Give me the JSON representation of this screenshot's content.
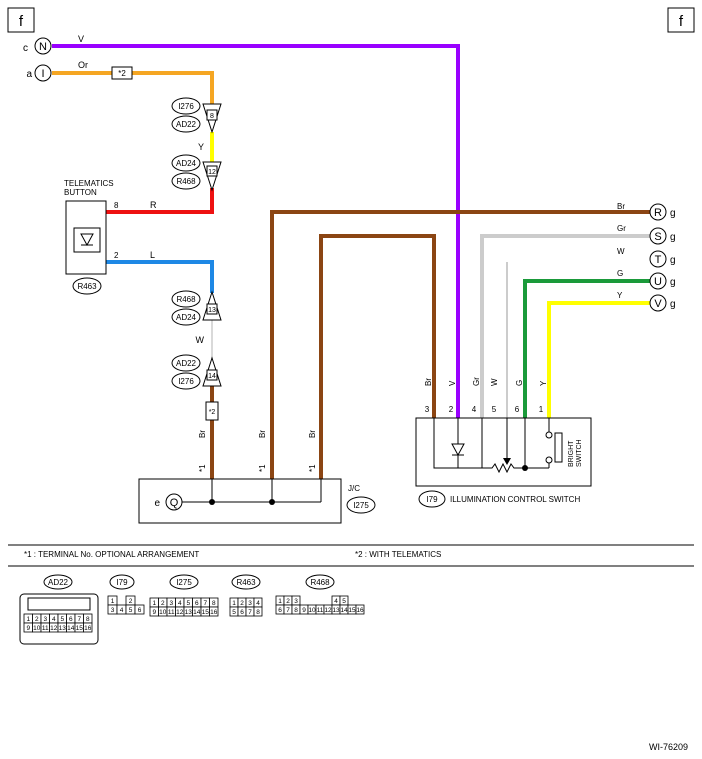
{
  "page": {
    "corner_left": "f",
    "corner_right": "f",
    "figure_id": "WI-76209"
  },
  "colors": {
    "violet": "#9900ff",
    "orange": "#f5a623",
    "yellow": "#ffff00",
    "red": "#ee1111",
    "blue": "#1e88e5",
    "brown": "#8b4513",
    "gray": "#cccccc",
    "green": "#1a9a3a"
  },
  "connectors_in": {
    "c": {
      "letter": "c",
      "symbol": "N",
      "wire": "V"
    },
    "a": {
      "letter": "a",
      "symbol": "I",
      "wire": "Or",
      "note": "*2"
    },
    "e": {
      "letter": "e",
      "symbol": "Q"
    }
  },
  "outputs": [
    {
      "symbol": "R",
      "suffix": "g",
      "wire": "Br"
    },
    {
      "symbol": "S",
      "suffix": "g",
      "wire": "Gr"
    },
    {
      "symbol": "T",
      "suffix": "g",
      "wire": "W"
    },
    {
      "symbol": "U",
      "suffix": "g",
      "wire": "G"
    },
    {
      "symbol": "V",
      "suffix": "g",
      "wire": "Y"
    }
  ],
  "left_chain": {
    "conn1": {
      "top": "I276",
      "bottom": "AD22",
      "pin": "8"
    },
    "wire_y": "Y",
    "conn2": {
      "top": "AD24",
      "bottom": "R468",
      "pin": "12"
    },
    "conn3": {
      "top": "R468",
      "bottom": "AD24",
      "pin": "13"
    },
    "wire_w": "W",
    "conn4": {
      "top": "AD22",
      "bottom": "I276",
      "pin": "14"
    }
  },
  "telematics": {
    "label_line1": "TELEMATICS",
    "label_line2": "BUTTON",
    "ref": "R463",
    "pin_top": "8",
    "wire_top": "R",
    "pin_bottom": "2",
    "wire_bottom": "L"
  },
  "jc": {
    "label": "J/C",
    "ref": "I275",
    "note": "*2",
    "star": "*1",
    "wires": [
      "Br",
      "Br",
      "Br"
    ]
  },
  "switch": {
    "ref": "I79",
    "label": "ILLUMINATION CONTROL SWITCH",
    "bright_line1": "BRIGHT",
    "bright_line2": "SWITCH",
    "pins": [
      {
        "num": "3",
        "wire": "Br"
      },
      {
        "num": "2",
        "wire": "V"
      },
      {
        "num": "4",
        "wire": "Gr"
      },
      {
        "num": "5",
        "wire": "W"
      },
      {
        "num": "6",
        "wire": "G"
      },
      {
        "num": "1",
        "wire": "Y"
      }
    ]
  },
  "notes": {
    "n1": "*1 : TERMINAL No. OPTIONAL ARRANGEMENT",
    "n2": "*2 : WITH TELEMATICS"
  },
  "connector_views": {
    "AD22": {
      "name": "AD22",
      "row1": [
        "1",
        "2",
        "3",
        "4",
        "5",
        "6",
        "7",
        "8"
      ],
      "row2": [
        "9",
        "10",
        "11",
        "12",
        "13",
        "14",
        "15",
        "16"
      ]
    },
    "I79": {
      "name": "I79",
      "row1": [
        "1",
        "",
        "2"
      ],
      "row2": [
        "3",
        "4",
        "5",
        "6"
      ]
    },
    "I275": {
      "name": "I275",
      "row1": [
        "1",
        "2",
        "3",
        "4",
        "5",
        "6",
        "7",
        "8"
      ],
      "row2": [
        "9",
        "10",
        "11",
        "12",
        "13",
        "14",
        "15",
        "16"
      ]
    },
    "R463": {
      "name": "R463",
      "row1": [
        "1",
        "2",
        "3",
        "4"
      ],
      "row2": [
        "5",
        "6",
        "7",
        "8"
      ]
    },
    "R468": {
      "name": "R468",
      "row1": [
        "1",
        "2",
        "3",
        "",
        "",
        "",
        "",
        "4",
        "5"
      ],
      "row2": [
        "6",
        "7",
        "8",
        "9",
        "10",
        "11",
        "12",
        "13",
        "14",
        "15",
        "16"
      ]
    }
  }
}
